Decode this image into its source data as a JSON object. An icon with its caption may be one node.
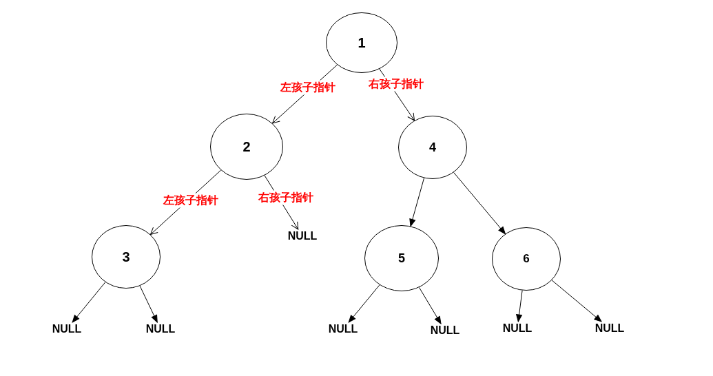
{
  "diagram": {
    "nodes": [
      {
        "text": [
          "1"
        ]
      },
      {
        "text": [
          "2"
        ]
      },
      {
        "text": [
          "4"
        ]
      },
      {
        "text": [
          "NULL"
        ]
      },
      {
        "text": [
          "3"
        ]
      },
      {
        "text": [
          "5"
        ]
      },
      {
        "text": [
          "6"
        ]
      },
      {
        "text": [
          "NULL"
        ]
      },
      {
        "text": [
          "NULL"
        ]
      },
      {
        "text": [
          "NULL"
        ]
      },
      {
        "text": [
          "NULL"
        ]
      },
      {
        "text": [
          "NULL"
        ]
      },
      {
        "text": [
          "NULL"
        ]
      }
    ],
    "edges": [
      {
        "from": 0,
        "to": 1,
        "arrow": "to",
        "label": "左孩子指针"
      },
      {
        "from": 0,
        "to": 2,
        "arrow": "to",
        "label": "右孩子指针"
      },
      {
        "from": 1,
        "to": 4,
        "arrow": "to",
        "label": "左孩子指针"
      },
      {
        "from": 1,
        "to": 3,
        "arrow": "to",
        "label": "右孩子指针"
      },
      {
        "from": 2,
        "to": 5,
        "arrow": "to"
      },
      {
        "from": 2,
        "to": 6,
        "arrow": "to"
      },
      {
        "from": 4,
        "to": 7,
        "arrow": "to"
      },
      {
        "from": 4,
        "to": 8,
        "arrow": "to"
      },
      {
        "from": 5,
        "to": 9,
        "arrow": "to"
      },
      {
        "from": 5,
        "to": 10,
        "arrow": "to"
      },
      {
        "from": 6,
        "to": 11,
        "arrow": "to"
      },
      {
        "from": 6,
        "to": 12,
        "arrow": "to"
      }
    ]
  }
}
